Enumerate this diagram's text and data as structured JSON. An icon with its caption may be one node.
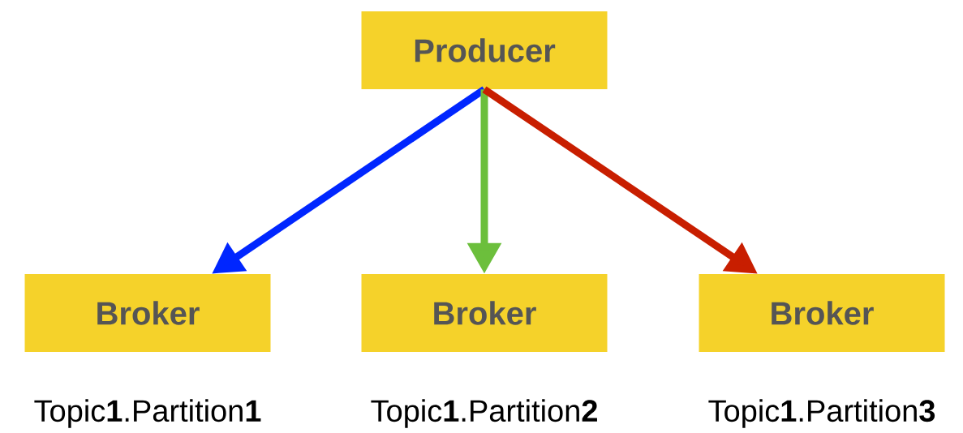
{
  "diagram": {
    "nodes": [
      {
        "text": [
          "Producer"
        ]
      },
      {
        "text": [
          "Broker"
        ],
        "beside": [
          "Topic**1**.Partition**1**"
        ]
      },
      {
        "text": [
          "Broker"
        ],
        "beside": [
          "Topic**1**.Partition**2**"
        ]
      },
      {
        "text": [
          "Broker"
        ],
        "beside": [
          "Topic**1**.Partition**3**"
        ]
      }
    ],
    "edges": [
      {
        "from": 0,
        "to": 1,
        "arrow": "to",
        "color": "#0026ff"
      },
      {
        "from": 0,
        "to": 2,
        "arrow": "to",
        "color": "#6cbf3c"
      },
      {
        "from": 0,
        "to": 3,
        "arrow": "to",
        "color": "#c81e00"
      }
    ]
  }
}
